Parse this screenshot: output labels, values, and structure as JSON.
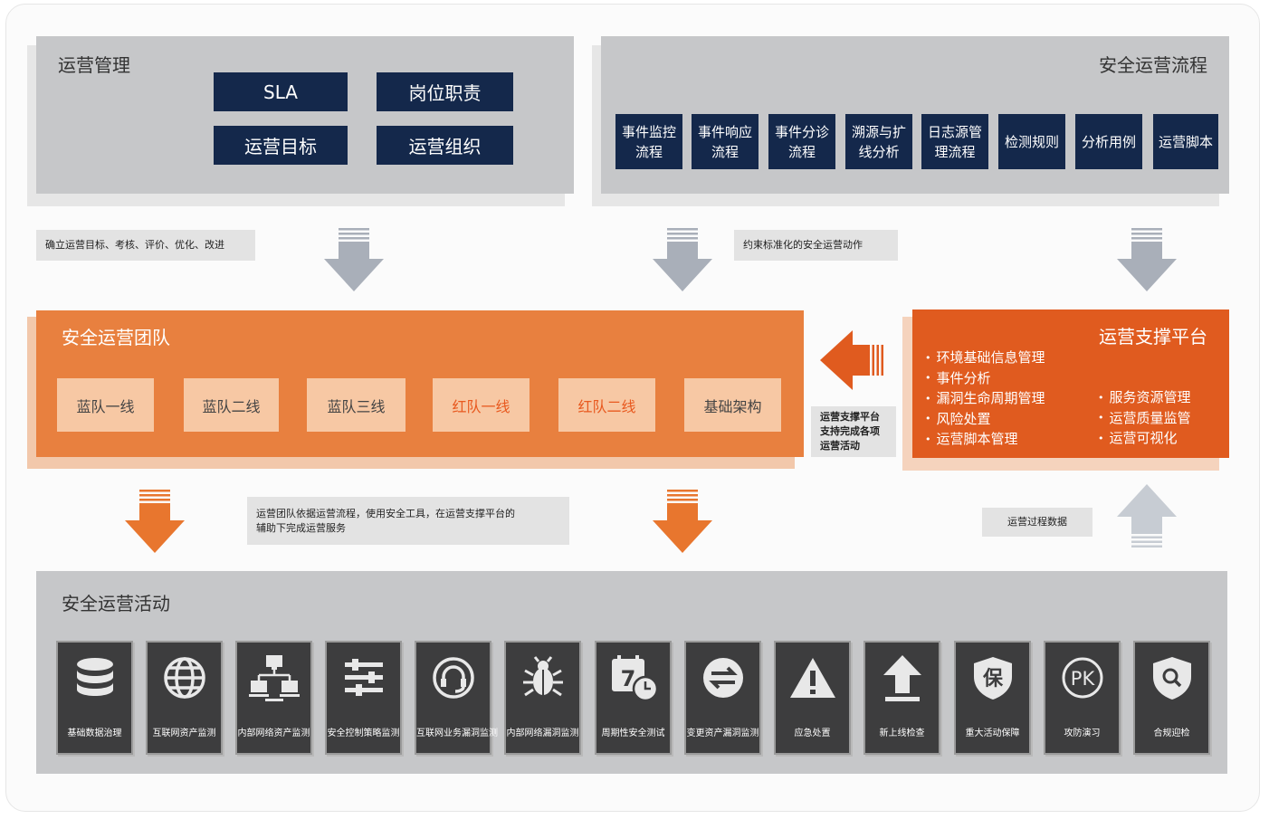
{
  "management": {
    "title": "运营管理",
    "items": [
      "SLA",
      "岗位职责",
      "运营目标",
      "运营组织"
    ]
  },
  "process": {
    "title": "安全运营流程",
    "items": [
      "事件监控\n流程",
      "事件响应\n流程",
      "事件分诊\n流程",
      "溯源与扩\n线分析",
      "日志源管\n理流程",
      "检测规则",
      "分析用例",
      "运营脚本"
    ]
  },
  "notes": {
    "mgmt_note": "确立运营目标、考核、评价、优化、改进",
    "process_note": "约束标准化的安全运营动作",
    "platform_note": "运营支撑平台\n支持完成各项\n运营活动",
    "team_note": "运营团队依据运营流程，使用安全工具，在运营支撑平台的\n辅助下完成运营服务",
    "data_note": "运营过程数据"
  },
  "team": {
    "title": "安全运营团队",
    "members": [
      "蓝队一线",
      "蓝队二线",
      "蓝队三线",
      "红队一线",
      "红队二线",
      "基础架构"
    ]
  },
  "platform": {
    "title": "运营支撑平台",
    "left_items": [
      "环境基础信息管理",
      "事件分析",
      "漏洞生命周期管理",
      "风险处置",
      "运营脚本管理"
    ],
    "right_items": [
      "服务资源管理",
      "运营质量监管",
      "运营可视化"
    ]
  },
  "activities": {
    "title": "安全运营活动",
    "items": [
      {
        "label": "基础数据治理",
        "icon": "database-icon"
      },
      {
        "label": "互联网资产监测",
        "icon": "globe-icon"
      },
      {
        "label": "内部网络资产监测",
        "icon": "network-icon"
      },
      {
        "label": "安全控制策略监测",
        "icon": "sliders-icon"
      },
      {
        "label": "互联网业务漏洞监测",
        "icon": "headset-icon"
      },
      {
        "label": "内部网络漏洞监测",
        "icon": "bug-icon"
      },
      {
        "label": "周期性安全测试",
        "icon": "calendar-clock-icon",
        "glyph": "7"
      },
      {
        "label": "变更资产漏洞监测",
        "icon": "exchange-icon"
      },
      {
        "label": "应急处置",
        "icon": "warning-icon"
      },
      {
        "label": "新上线检查",
        "icon": "upload-icon"
      },
      {
        "label": "重大活动保障",
        "icon": "shield-protect-icon",
        "glyph": "保"
      },
      {
        "label": "攻防演习",
        "icon": "pk-icon",
        "glyph": "PK"
      },
      {
        "label": "合规迎检",
        "icon": "shield-search-icon"
      }
    ]
  },
  "colors": {
    "navy": "#14284b",
    "orange": "#e8803f",
    "platform": "#e05b1f",
    "arrow_gray": "#a9afb9",
    "arrow_orange": "#e8762e"
  }
}
